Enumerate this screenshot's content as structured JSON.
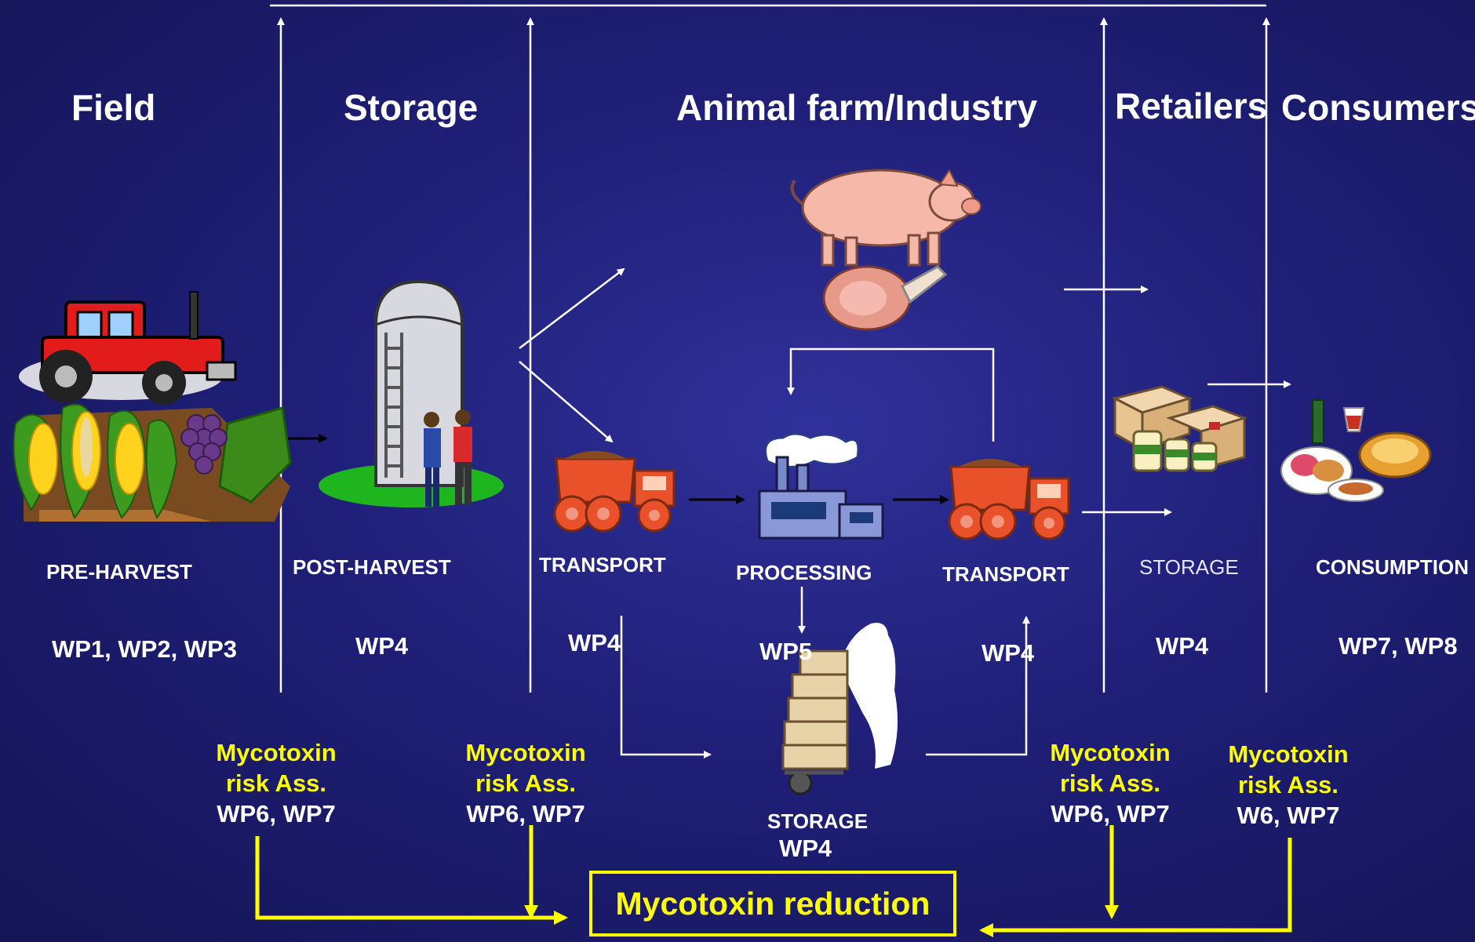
{
  "headers": {
    "field": "Field",
    "storage": "Storage",
    "animal_farm": "Animal farm/Industry",
    "retailers": "Retailers",
    "consumers": "Consumers"
  },
  "stages": {
    "pre_harvest": "PRE-HARVEST",
    "post_harvest": "POST-HARVEST",
    "transport_1": "TRANSPORT",
    "processing": "PROCESSING",
    "transport_2": "TRANSPORT",
    "storage_retail": "STORAGE",
    "consumption": "CONSUMPTION",
    "storage_industry": "STORAGE"
  },
  "work_packages": {
    "pre_harvest": "WP1, WP2, WP3",
    "post_harvest": "WP4",
    "transport_1": "WP4",
    "processing": "WP5",
    "transport_2": "WP4",
    "storage_retail": "WP4",
    "consumption": "WP7, WP8",
    "storage_industry": "WP4"
  },
  "risk_assessments": [
    {
      "line1": "Mycotoxin",
      "line2": "risk Ass.",
      "wps": "WP6, WP7"
    },
    {
      "line1": "Mycotoxin",
      "line2": "risk Ass.",
      "wps": "WP6, WP7"
    },
    {
      "line1": "Mycotoxin",
      "line2": "risk Ass.",
      "wps": "WP6, WP7"
    },
    {
      "line1": "Mycotoxin",
      "line2": "risk Ass.",
      "wps": "W6, WP7"
    }
  ],
  "reduction": "Mycotoxin reduction",
  "colors": {
    "background": "#1f1f78",
    "accent_yellow": "#ffff00",
    "text_white": "#ffffff"
  },
  "icons": [
    "tractor-icon",
    "corn-icon",
    "grapes-icon",
    "silo-icon",
    "farmers-icon",
    "pig-icon",
    "ham-icon",
    "dump-truck-icon",
    "factory-icon",
    "boxes-icon",
    "cans-icon",
    "food-platter-icon",
    "delivery-man-icon"
  ]
}
